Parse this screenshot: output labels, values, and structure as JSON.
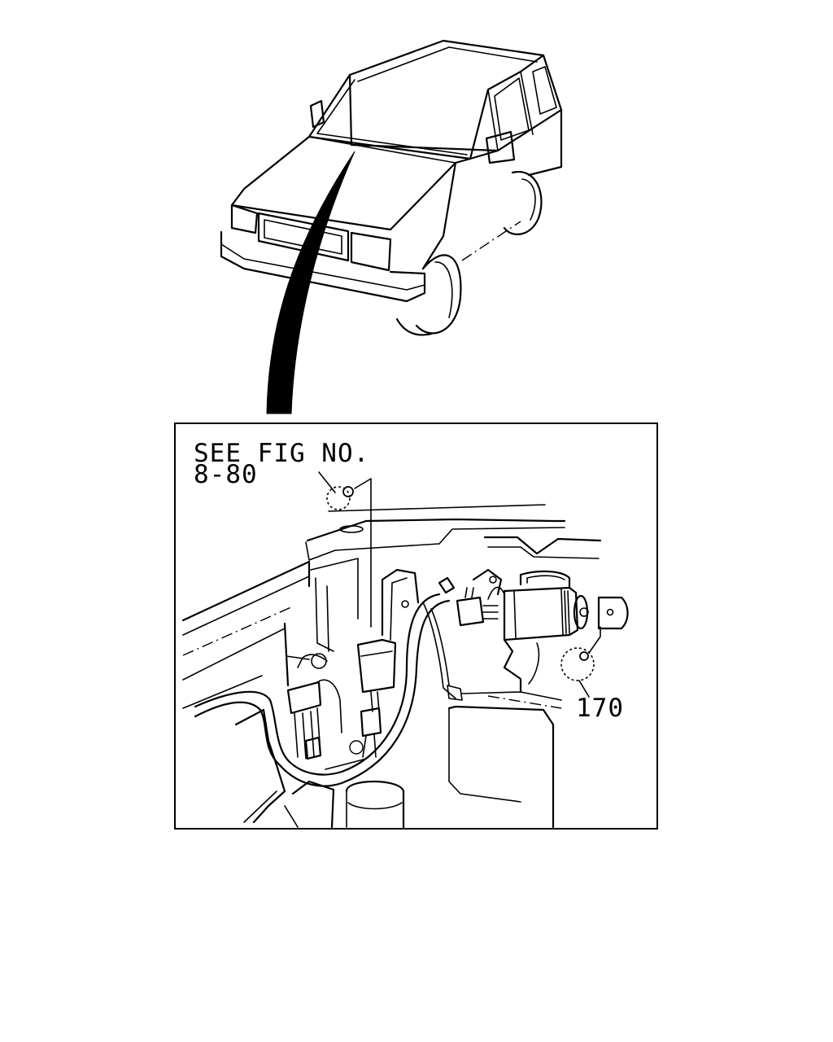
{
  "detail": {
    "reference_line1": "SEE FIG NO.",
    "reference_line2": "8-80",
    "callout_number": "170"
  }
}
